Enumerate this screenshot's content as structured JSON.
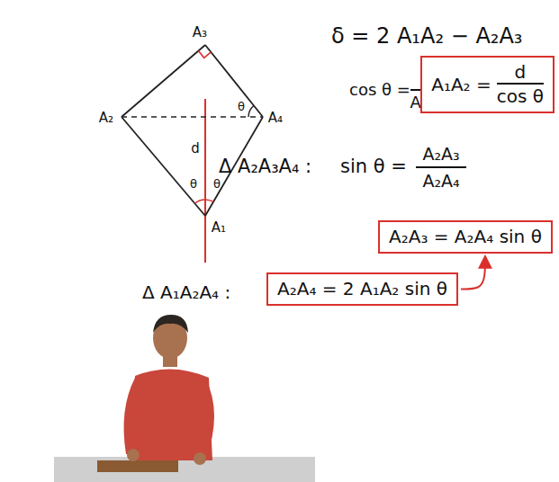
{
  "diagram": {
    "nodes": [
      {
        "text": [
          "A₁A₂ =",
          "d",
          "cos θ"
        ]
      },
      {
        "text": [
          "A₂A₃ = A₂A₄ sin θ"
        ]
      },
      {
        "text": [
          "A₂A₄ = 2 A₁A₂ sin θ"
        ]
      }
    ],
    "edges": [
      {
        "from": 2,
        "to": 1,
        "arrow": "to"
      }
    ],
    "labels": [
      "δ = 2 A₁A₂ − A₂A₃",
      "cos θ =",
      "d",
      "A₁A₂",
      "⇒",
      "Δ A₂A₃A₄ :",
      "sin θ =",
      "A₂A₃",
      "A₂A₄",
      "Δ A₁A₂A₄ :",
      "A₃",
      "A₂",
      "A₄",
      "A₁",
      "d",
      "θ",
      "θ",
      "θ"
    ]
  }
}
